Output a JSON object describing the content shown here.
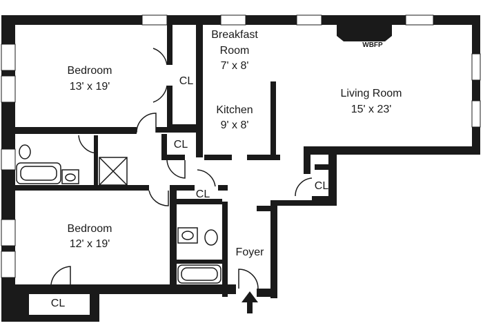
{
  "rooms": {
    "bedroom1": {
      "name": "Bedroom",
      "size": "13' x 19'"
    },
    "bedroom2": {
      "name": "Bedroom",
      "size": "12' x 19'"
    },
    "breakfast": {
      "line1": "Breakfast",
      "line2": "Room",
      "size": "7' x 8'"
    },
    "kitchen": {
      "name": "Kitchen",
      "size": "9' x 8'"
    },
    "living": {
      "name": "Living Room",
      "size": "15' x 23'"
    },
    "foyer": {
      "name": "Foyer"
    }
  },
  "closets": {
    "cl_bed1": "CL",
    "cl_hall": "CL",
    "cl_bath": "CL",
    "cl_living": "CL",
    "cl_bed2": "CL"
  },
  "fireplace": "WBFP"
}
